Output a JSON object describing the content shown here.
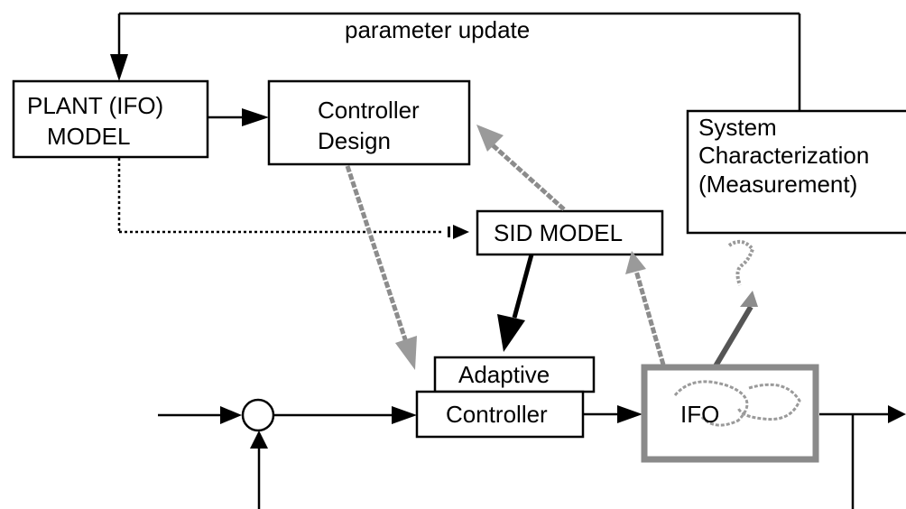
{
  "diagram": {
    "feedback_label": "parameter update",
    "plant_model": {
      "line1": "PLANT (IFO)",
      "line2": "MODEL"
    },
    "controller_design": {
      "line1": "Controller",
      "line2": "Design"
    },
    "system_characterization": {
      "line1": "System",
      "line2": "Characterization",
      "line3": "(Measurement)"
    },
    "sid_model": "SID MODEL",
    "adaptive": "Adaptive",
    "controller": "Controller",
    "ifo": "IFO"
  },
  "colors": {
    "ink": "#000000",
    "gray_arrow": "#8c8c8c",
    "ifo_border": "#8a8a8a"
  }
}
